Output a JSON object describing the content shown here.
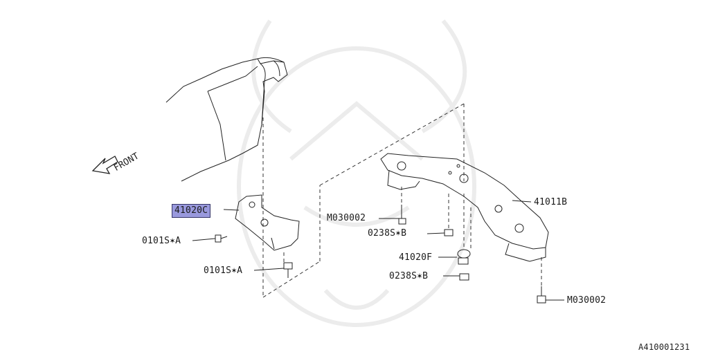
{
  "diagram": {
    "front_label": "FRONT",
    "image_ref": "A410001231",
    "highlight_color": "#9999dd",
    "callouts": [
      {
        "id": "41020c",
        "text": "41020C",
        "highlighted": true
      },
      {
        "id": "0101sa-1",
        "text": "0101S✶A"
      },
      {
        "id": "0101sa-2",
        "text": "0101S✶A"
      },
      {
        "id": "m030002-1",
        "text": "M030002"
      },
      {
        "id": "0238sb-1",
        "text": "0238S✶B"
      },
      {
        "id": "41020f",
        "text": "41020F"
      },
      {
        "id": "0238sb-2",
        "text": "0238S✶B"
      },
      {
        "id": "41011b",
        "text": "41011B"
      },
      {
        "id": "m030002-2",
        "text": "M030002"
      }
    ]
  }
}
